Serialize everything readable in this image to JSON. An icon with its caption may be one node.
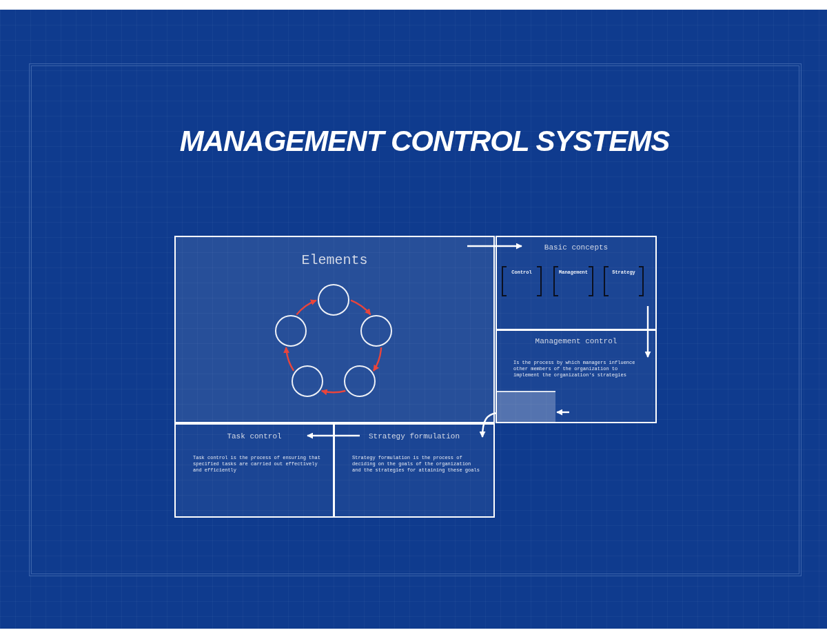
{
  "diagram": {
    "title": "MANAGEMENT CONTROL SYSTEMS",
    "nodes": [
      {
        "text": [
          "Elements"
        ]
      },
      {
        "text": [],
        "shape": "circle",
        "in": 0
      },
      {
        "text": [],
        "shape": "circle",
        "in": 0
      },
      {
        "text": [],
        "shape": "circle",
        "in": 0
      },
      {
        "text": [],
        "shape": "circle",
        "in": 0
      },
      {
        "text": [],
        "shape": "circle",
        "in": 0
      },
      {
        "text": [
          "Basic concepts"
        ]
      },
      {
        "text": [
          "Control"
        ],
        "in": 6
      },
      {
        "text": [
          "Management"
        ],
        "in": 6
      },
      {
        "text": [
          "Strategy"
        ],
        "in": 6
      },
      {
        "text": [
          "Management control",
          "Is the process by which managers influence other members of the organization to implement the organization's strategies"
        ]
      },
      {
        "text": [],
        "shape": "box",
        "in": 10
      },
      {
        "text": [
          "Task control",
          "Task control is the process of ensuring that specified tasks are carried out effectively and efficiently"
        ]
      },
      {
        "text": [
          "Strategy formulation",
          "Strategy formulation is the process of deciding on the goals of the organization and the strategies for attaining these goals"
        ]
      }
    ],
    "edges": [
      {
        "from": 1,
        "to": 2,
        "arrow": "to"
      },
      {
        "from": 2,
        "to": 3,
        "arrow": "to"
      },
      {
        "from": 3,
        "to": 4,
        "arrow": "to"
      },
      {
        "from": 4,
        "to": 5,
        "arrow": "to"
      },
      {
        "from": 5,
        "to": 1,
        "arrow": "to"
      },
      {
        "from": 0,
        "to": 6,
        "arrow": "to",
        "color": "#ffffff"
      },
      {
        "from": 6,
        "to": 10,
        "arrow": "to",
        "color": "#ffffff"
      },
      {
        "from": null,
        "to": 11,
        "arrow": "to",
        "color": "#ffffff"
      },
      {
        "from": 11,
        "to": 13,
        "arrow": "to",
        "color": "#ffffff"
      },
      {
        "from": 13,
        "to": 12,
        "arrow": "to",
        "color": "#ffffff"
      }
    ]
  }
}
